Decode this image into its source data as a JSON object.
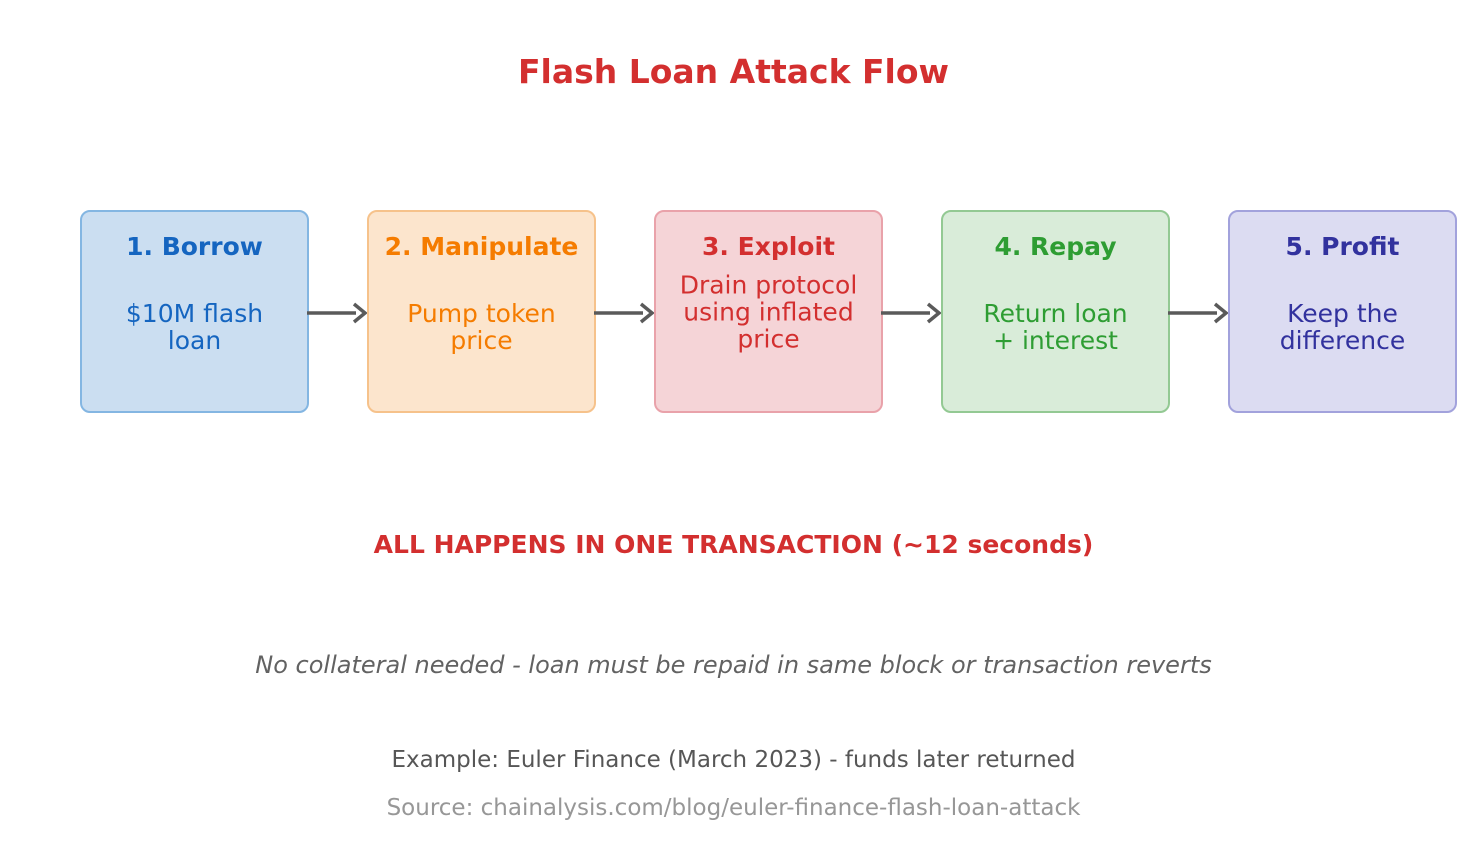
{
  "title": "Flash Loan Attack Flow",
  "steps": [
    {
      "title": "1. Borrow",
      "body_lines": [
        "$10M flash",
        "loan"
      ],
      "text_color": "#1565c0",
      "fill_color": "#cbdef1",
      "border_color": "#84b6e2"
    },
    {
      "title": "2. Manipulate",
      "body_lines": [
        "Pump token",
        "price"
      ],
      "text_color": "#f57c00",
      "fill_color": "#fce5cd",
      "border_color": "#f6c28b"
    },
    {
      "title": "3. Exploit",
      "body_lines": [
        "Drain protocol",
        "using inflated",
        "price"
      ],
      "text_color": "#d32f2f",
      "fill_color": "#f5d4d7",
      "border_color": "#e9a2aa"
    },
    {
      "title": "4. Repay",
      "body_lines": [
        "Return loan",
        "+ interest"
      ],
      "text_color": "#2e9d33",
      "fill_color": "#d9ecd9",
      "border_color": "#93c993"
    },
    {
      "title": "5. Profit",
      "body_lines": [
        "Keep the",
        "difference"
      ],
      "text_color": "#32329e",
      "fill_color": "#dcdcf2",
      "border_color": "#a2a2dc"
    }
  ],
  "notes": {
    "transaction": "ALL HAPPENS IN ONE TRANSACTION (~12 seconds)",
    "collateral": "No collateral needed - loan must be repaid in same block or transaction reverts",
    "example": "Example: Euler Finance (March 2023) - funds later returned",
    "source": "Source: chainalysis.com/blog/euler-finance-flash-loan-attack"
  },
  "colors": {
    "title_red": "#d32f2f",
    "arrow_gray": "#5a5a5a",
    "collateral_note_gray": "#626262",
    "example_gray": "#565656",
    "source_gray": "#979797"
  }
}
